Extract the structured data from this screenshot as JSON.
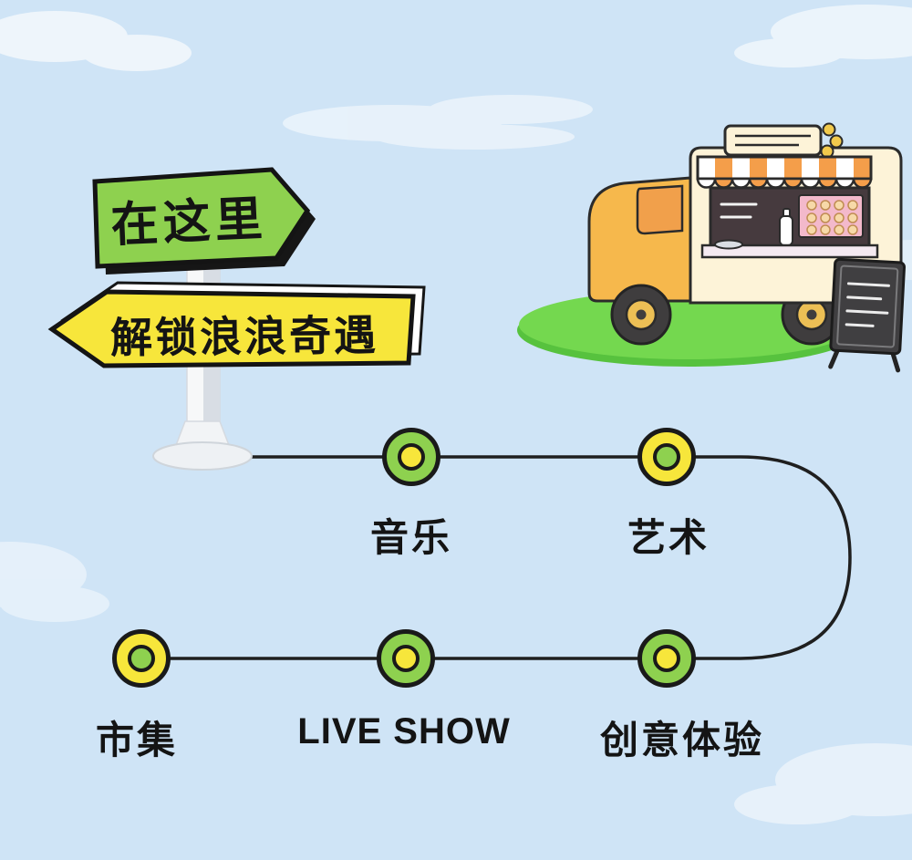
{
  "poster": {
    "signpost": {
      "top_sign_label": "在这里",
      "bottom_sign_label": "解锁浪浪奇遇"
    },
    "route_nodes": [
      {
        "label": "音乐",
        "style": "green-outer-yellow-inner"
      },
      {
        "label": "艺术",
        "style": "yellow-outer-green-inner"
      },
      {
        "label": "市集",
        "style": "yellow-outer-green-inner"
      },
      {
        "label": "LIVE SHOW",
        "style": "green-outer-yellow-inner"
      },
      {
        "label": "创意体验",
        "style": "green-outer-yellow-inner"
      }
    ],
    "colors": {
      "background": "#cfe4f6",
      "sign_green": "#8ed14f",
      "sign_yellow": "#f7e63b",
      "node_green": "#8ed14f",
      "node_yellow": "#f7e63b",
      "path_line": "#1f1f1f",
      "grass_green": "#74d84f",
      "truck_body_cream": "#fdf3d8",
      "truck_cab_yellow": "#f6b84c",
      "awning_orange": "#f49e4a",
      "board_dark": "#403f41"
    },
    "illustrations": [
      "clouds",
      "signpost",
      "food-truck",
      "grass-patch",
      "menu-board",
      "route-path"
    ]
  }
}
